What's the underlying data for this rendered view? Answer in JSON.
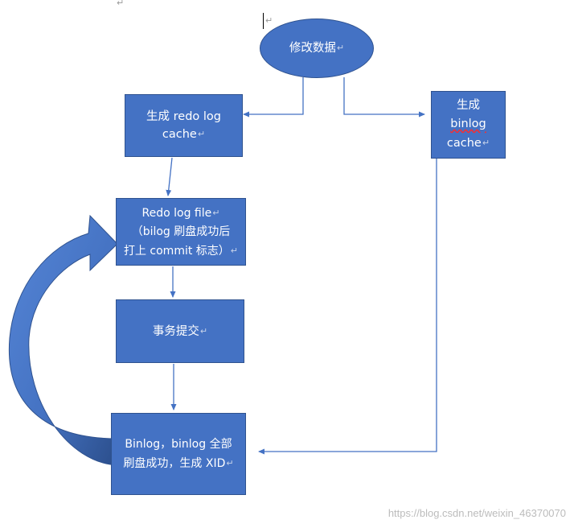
{
  "nodes": {
    "modify_data": "修改数据",
    "gen_redo_cache": [
      "生成 redo log",
      "cache"
    ],
    "gen_binlog_cache": [
      "生成",
      "binlog",
      "cache"
    ],
    "redo_log_file": [
      "Redo log file",
      "（bilog 刷盘成功后",
      "打上 commit 标志）"
    ],
    "commit": "事务提交",
    "binlog_flush": [
      "Binlog，binlog 全部",
      "刷盘成功，生成 XID"
    ]
  },
  "paragraph_mark": "↵",
  "watermark": "https://blog.csdn.net/weixin_46370070",
  "colors": {
    "node_fill": "#4472c4",
    "node_border": "#2f528f",
    "connector": "#4472c4",
    "curved_arrow_light": "#4e7fd0",
    "curved_arrow_dark": "#2c4f8c"
  }
}
